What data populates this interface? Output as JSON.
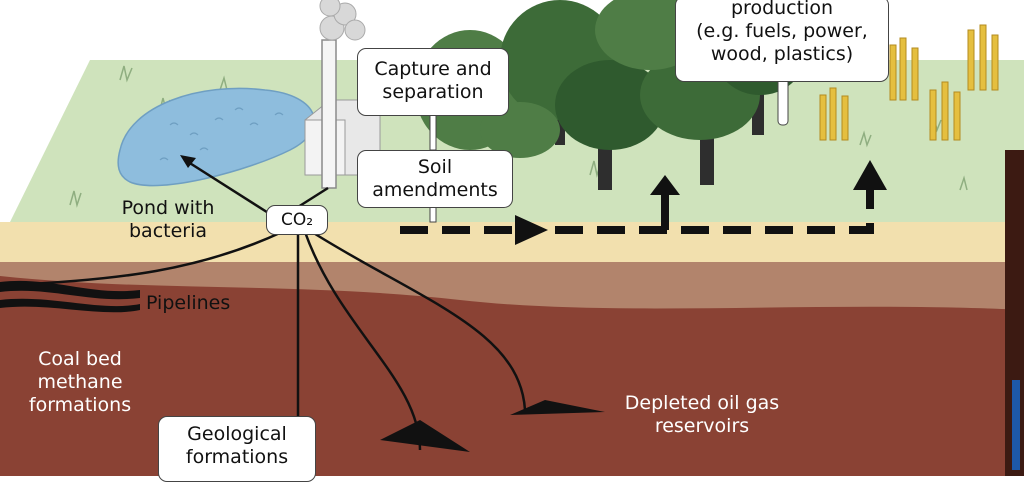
{
  "labels": {
    "capture": "Capture and separation",
    "soil": "Soil amendments",
    "production_line1": "production",
    "production_line2": "(e.g. fuels, power,",
    "production_line3": "wood, plastics)",
    "pond": "Pond with bacteria",
    "co2": "CO₂",
    "pipelines": "Pipelines",
    "coalbed": "Coal bed methane formations",
    "depleted": "Depleted oil gas reservoirs",
    "geological": "Geological formations"
  },
  "colors": {
    "grass": "#cfe2bb",
    "sand": "#f1dfac",
    "clay": "#b1826b",
    "soil_dark": "#8c4536",
    "deep": "#5a1d14",
    "water": "#90bedd",
    "tree_dark": "#2f5a2e",
    "tree_mid": "#4f7d46",
    "crop": "#e5bf3f"
  },
  "icons": [
    "smokestack-icon",
    "factory-icon",
    "tree-icon",
    "crop-icon",
    "arrow-icon"
  ]
}
